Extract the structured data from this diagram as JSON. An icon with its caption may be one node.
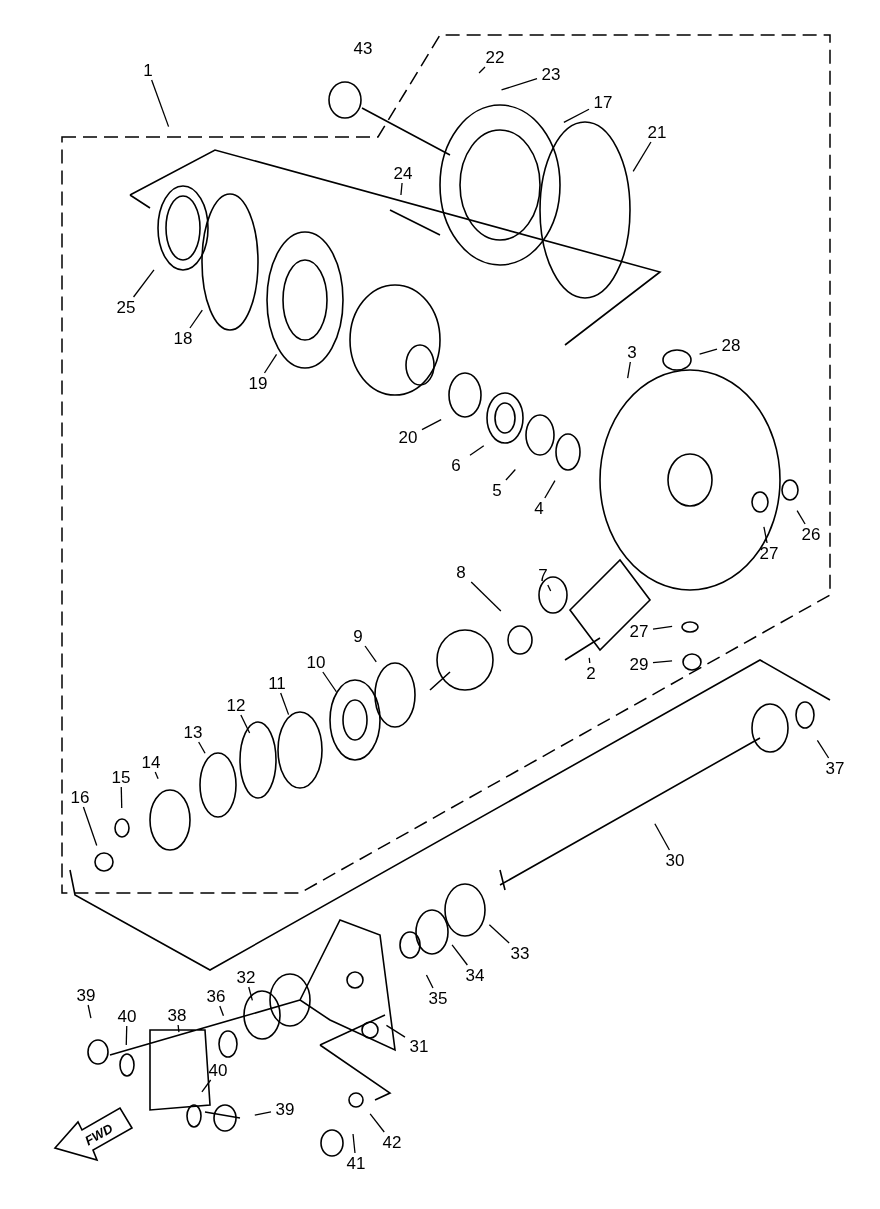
{
  "diagram": {
    "nodes": [
      {
        "text": [
          "43"
        ]
      },
      {
        "text": [
          "22"
        ]
      },
      {
        "text": [
          "1"
        ]
      },
      {
        "text": [
          "23"
        ]
      },
      {
        "text": [
          "17"
        ]
      },
      {
        "text": [
          "21"
        ]
      },
      {
        "text": [
          "24"
        ]
      },
      {
        "text": [
          "25"
        ]
      },
      {
        "text": [
          "18"
        ]
      },
      {
        "text": [
          "28"
        ]
      },
      {
        "text": [
          "3"
        ]
      },
      {
        "text": [
          "19"
        ]
      },
      {
        "text": [
          "20"
        ]
      },
      {
        "text": [
          "6"
        ]
      },
      {
        "text": [
          "5"
        ]
      },
      {
        "text": [
          "4"
        ]
      },
      {
        "text": [
          "26"
        ]
      },
      {
        "text": [
          "27"
        ]
      },
      {
        "text": [
          "7"
        ]
      },
      {
        "text": [
          "8"
        ]
      },
      {
        "text": [
          "27"
        ]
      },
      {
        "text": [
          "9"
        ]
      },
      {
        "text": [
          "10"
        ]
      },
      {
        "text": [
          "29"
        ]
      },
      {
        "text": [
          "2"
        ]
      },
      {
        "text": [
          "11"
        ]
      },
      {
        "text": [
          "12"
        ]
      },
      {
        "text": [
          "13"
        ]
      },
      {
        "text": [
          "14"
        ]
      },
      {
        "text": [
          "37"
        ]
      },
      {
        "text": [
          "15"
        ]
      },
      {
        "text": [
          "16"
        ]
      },
      {
        "text": [
          "30"
        ]
      },
      {
        "text": [
          "33"
        ]
      },
      {
        "text": [
          "34"
        ]
      },
      {
        "text": [
          "36"
        ]
      },
      {
        "text": [
          "32"
        ]
      },
      {
        "text": [
          "39"
        ]
      },
      {
        "text": [
          "35"
        ]
      },
      {
        "text": [
          "40"
        ]
      },
      {
        "text": [
          "38"
        ]
      },
      {
        "text": [
          "31"
        ]
      },
      {
        "text": [
          "40"
        ]
      },
      {
        "text": [
          "39"
        ]
      },
      {
        "text": [
          "42"
        ]
      },
      {
        "text": [
          "41"
        ]
      }
    ],
    "edges": [
      {
        "from": 1,
        "to": null,
        "arrow": "none"
      },
      {
        "from": 2,
        "to": null,
        "arrow": "none"
      },
      {
        "from": 3,
        "to": null,
        "arrow": "none"
      },
      {
        "from": 4,
        "to": null,
        "arrow": "none"
      },
      {
        "from": 5,
        "to": null,
        "arrow": "none"
      },
      {
        "from": 6,
        "to": null,
        "arrow": "none"
      },
      {
        "from": 7,
        "to": null,
        "arrow": "none"
      },
      {
        "from": 8,
        "to": null,
        "arrow": "none"
      },
      {
        "from": 9,
        "to": null,
        "arrow": "none"
      },
      {
        "from": 10,
        "to": null,
        "arrow": "none"
      },
      {
        "from": 11,
        "to": null,
        "arrow": "none"
      },
      {
        "from": 12,
        "to": null,
        "arrow": "none"
      },
      {
        "from": 13,
        "to": null,
        "arrow": "none"
      },
      {
        "from": 14,
        "to": null,
        "arrow": "none"
      },
      {
        "from": 15,
        "to": null,
        "arrow": "none"
      },
      {
        "from": 16,
        "to": null,
        "arrow": "none"
      },
      {
        "from": 17,
        "to": null,
        "arrow": "none"
      },
      {
        "from": 18,
        "to": null,
        "arrow": "none"
      },
      {
        "from": 19,
        "to": null,
        "arrow": "none"
      },
      {
        "from": 20,
        "to": null,
        "arrow": "none"
      },
      {
        "from": 21,
        "to": null,
        "arrow": "none"
      },
      {
        "from": 22,
        "to": null,
        "arrow": "none"
      },
      {
        "from": 23,
        "to": null,
        "arrow": "none"
      },
      {
        "from": 24,
        "to": null,
        "arrow": "none"
      },
      {
        "from": 25,
        "to": null,
        "arrow": "none"
      },
      {
        "from": 26,
        "to": null,
        "arrow": "none"
      },
      {
        "from": 27,
        "to": null,
        "arrow": "none"
      },
      {
        "from": 28,
        "to": null,
        "arrow": "none"
      },
      {
        "from": 29,
        "to": null,
        "arrow": "none"
      },
      {
        "from": 30,
        "to": null,
        "arrow": "none"
      },
      {
        "from": 31,
        "to": null,
        "arrow": "none"
      },
      {
        "from": 32,
        "to": null,
        "arrow": "none"
      },
      {
        "from": 33,
        "to": null,
        "arrow": "none"
      },
      {
        "from": 34,
        "to": null,
        "arrow": "none"
      },
      {
        "from": 35,
        "to": null,
        "arrow": "none"
      },
      {
        "from": 36,
        "to": null,
        "arrow": "none"
      },
      {
        "from": 37,
        "to": null,
        "arrow": "none"
      },
      {
        "from": 38,
        "to": null,
        "arrow": "none"
      },
      {
        "from": 39,
        "to": null,
        "arrow": "none"
      },
      {
        "from": 40,
        "to": null,
        "arrow": "none"
      },
      {
        "from": 41,
        "to": null,
        "arrow": "none"
      },
      {
        "from": 42,
        "to": null,
        "arrow": "none"
      },
      {
        "from": 43,
        "to": null,
        "arrow": "none"
      },
      {
        "from": 44,
        "to": null,
        "arrow": "none"
      },
      {
        "from": 45,
        "to": null,
        "arrow": "none"
      }
    ],
    "labels": [
      "FWD"
    ]
  }
}
